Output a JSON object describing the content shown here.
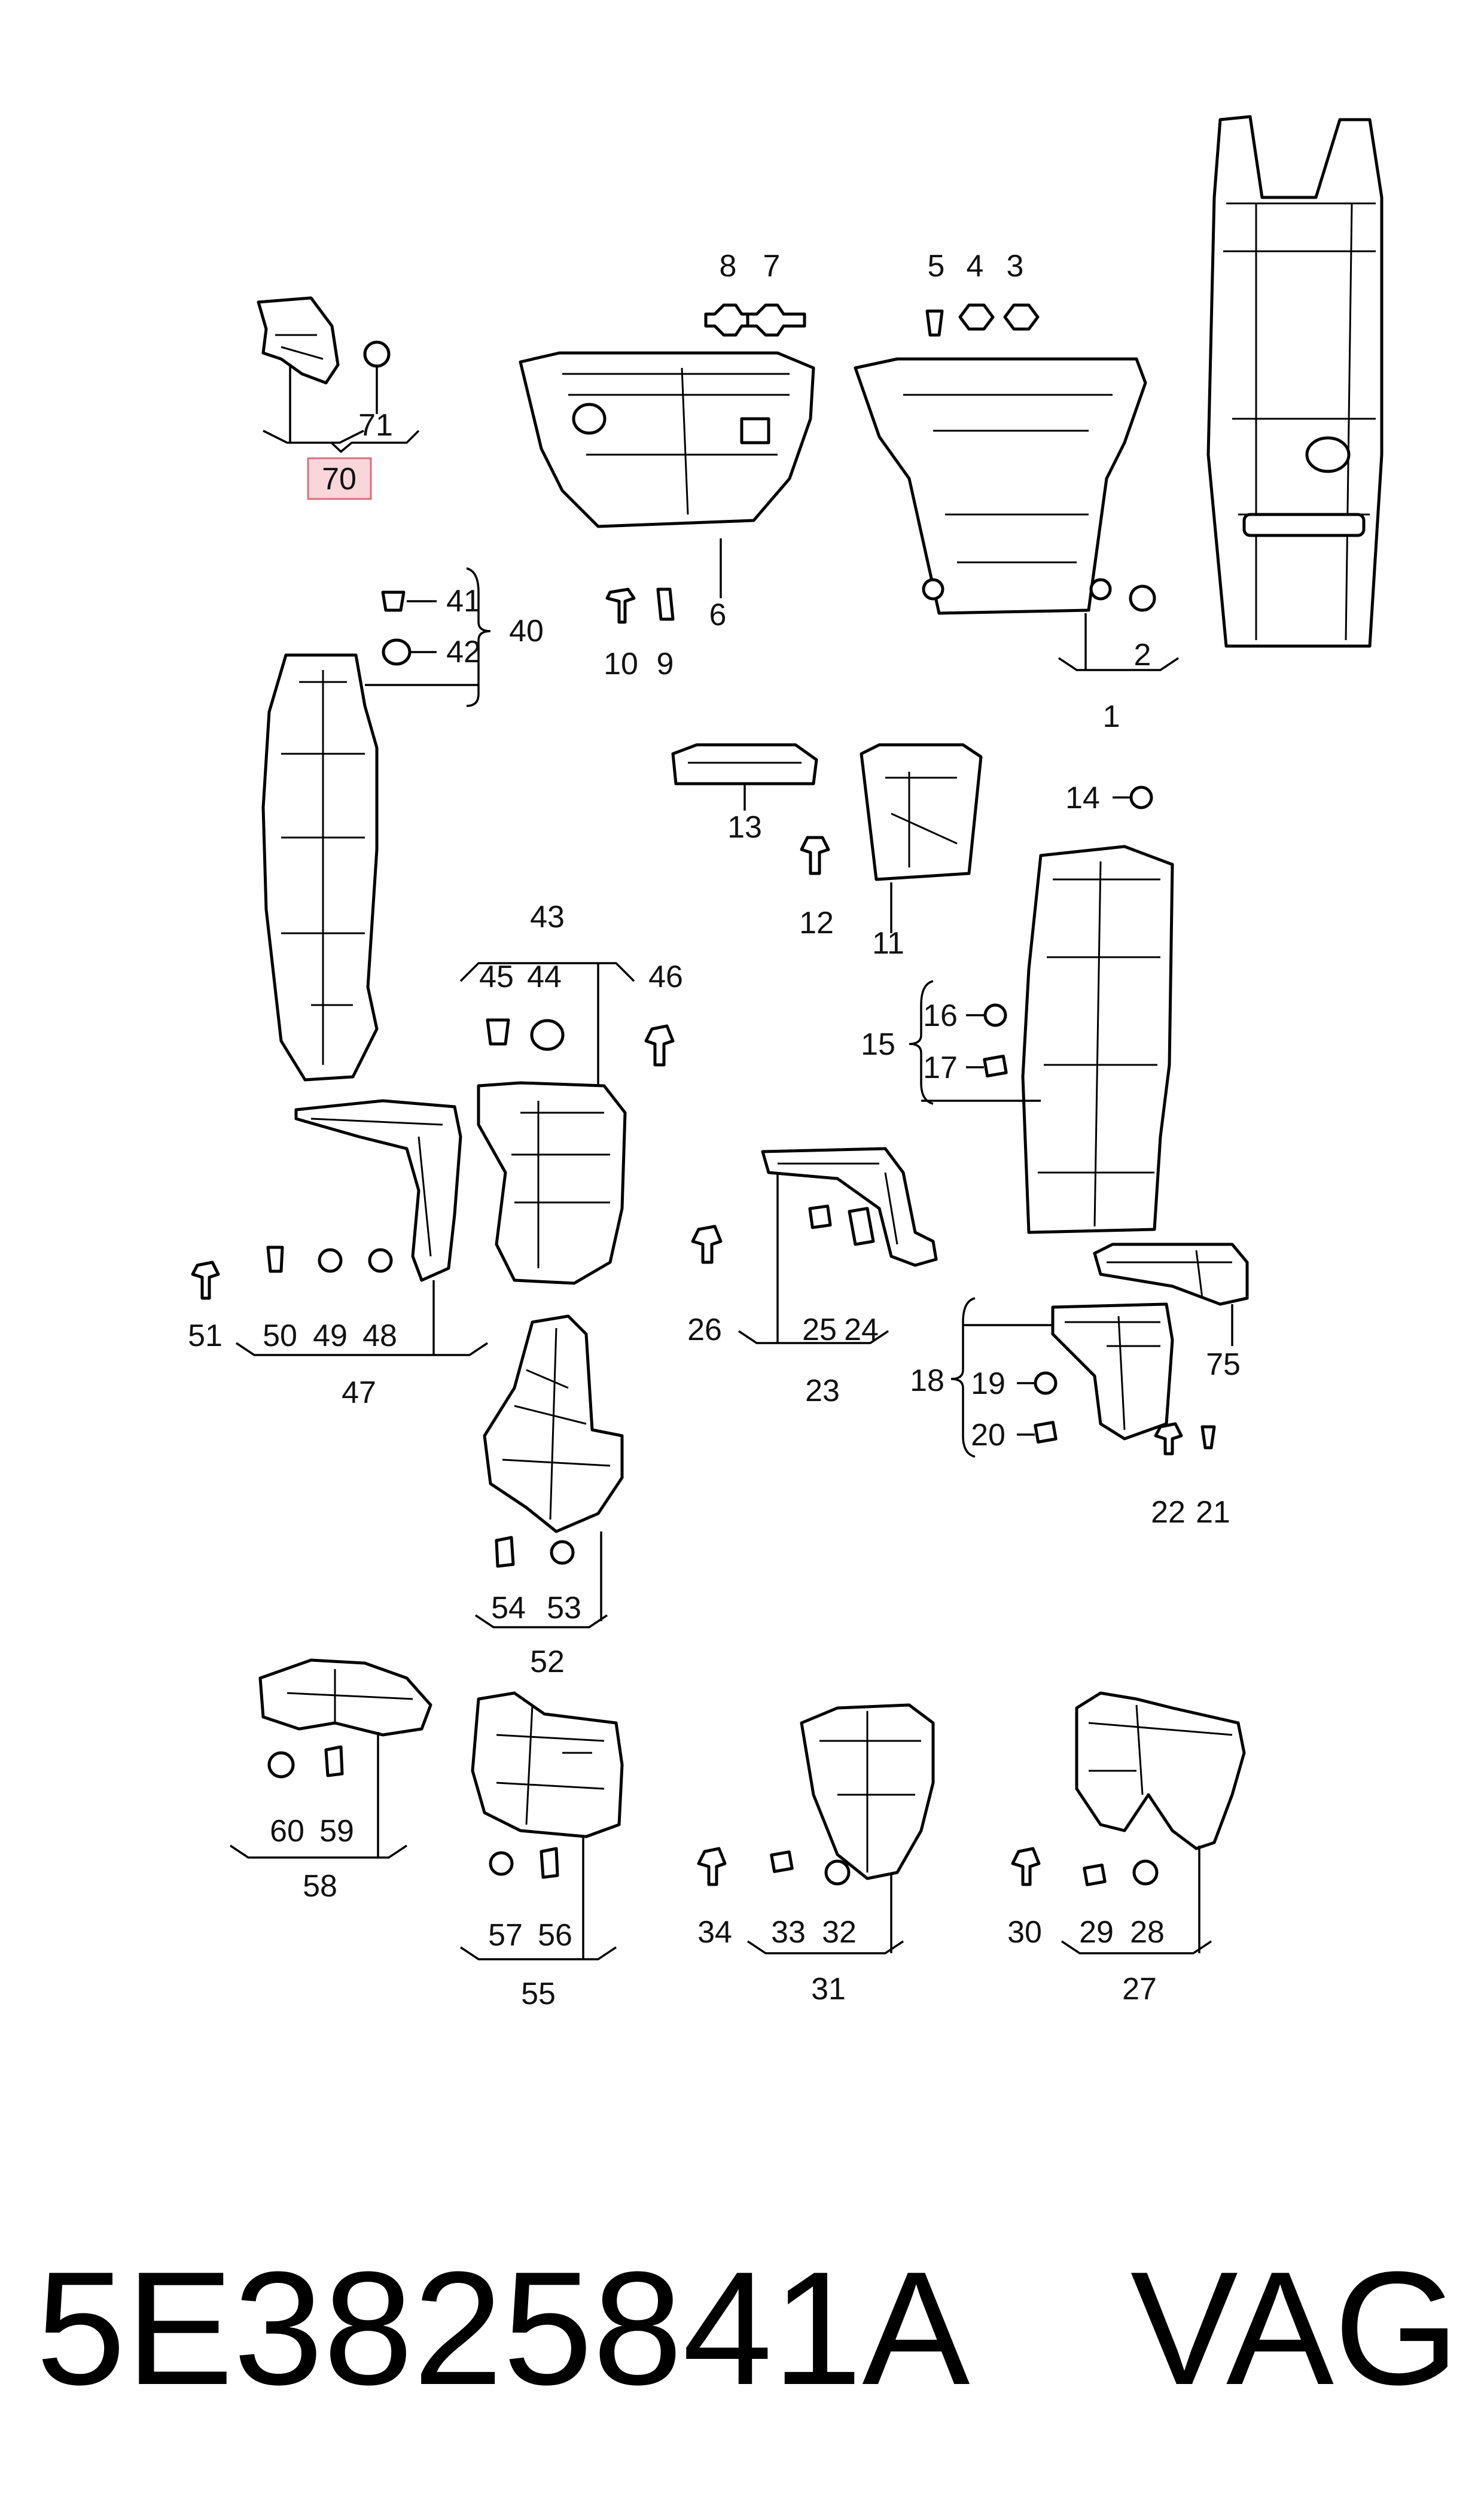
{
  "diagram": {
    "highlight_color": "#f9d6da",
    "highlighted_part": "70",
    "part_numbers": [
      "1",
      "2",
      "3",
      "4",
      "5",
      "6",
      "7",
      "8",
      "9",
      "10",
      "11",
      "12",
      "13",
      "14",
      "15",
      "16",
      "17",
      "18",
      "19",
      "20",
      "21",
      "22",
      "23",
      "24",
      "25",
      "26",
      "27",
      "28",
      "29",
      "30",
      "31",
      "32",
      "33",
      "34",
      "40",
      "41",
      "42",
      "43",
      "44",
      "45",
      "46",
      "47",
      "48",
      "49",
      "50",
      "51",
      "52",
      "53",
      "54",
      "55",
      "56",
      "57",
      "58",
      "59",
      "60",
      "70",
      "71",
      "75"
    ]
  },
  "caption": {
    "part_code": "5E3825841A",
    "brand": "VAG"
  }
}
